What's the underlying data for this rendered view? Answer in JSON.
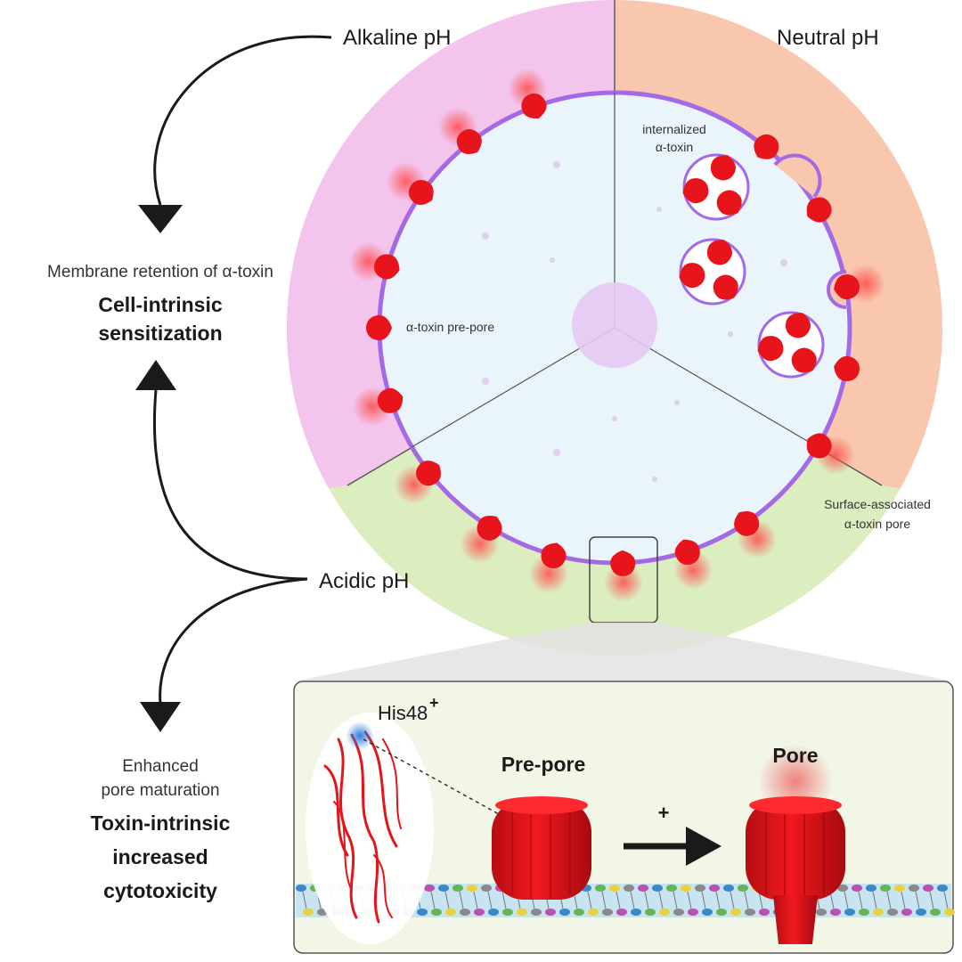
{
  "regions": {
    "alkaline": "Alkaline pH",
    "neutral": "Neutral pH",
    "acidic": "Acidic pH"
  },
  "cell_labels": {
    "internalized_line1": "internalized",
    "internalized_line2": "α-toxin",
    "prepore": "α-toxin pre-pore",
    "surface_line1": "Surface-associated",
    "surface_line2": "α-toxin pore"
  },
  "left_labels": {
    "membrane_retention": "Membrane retention of α-toxin",
    "cell_intrinsic_line1": "Cell-intrinsic",
    "cell_intrinsic_line2": "sensitization",
    "enhanced_line1": "Enhanced",
    "enhanced_line2": "pore maturation",
    "toxin_line1": "Toxin-intrinsic",
    "toxin_line2": "increased",
    "toxin_line3": "cytotoxicity"
  },
  "zoom_panel": {
    "residue": "His48",
    "residue_charge": "+",
    "prepore": "Pre-pore",
    "pore": "Pore",
    "arrow_sign": "+"
  },
  "colors": {
    "alkaline_bg": "#f3c4ec",
    "neutral_bg": "#f8c7ad",
    "acidic_bg": "#dcedc0",
    "cell_fill": "#e9f4fb",
    "membrane": "#a469e6",
    "toxin": "#e8141b",
    "nucleus": "#e4c9f3",
    "panel_bg": "#f1f6e7"
  }
}
